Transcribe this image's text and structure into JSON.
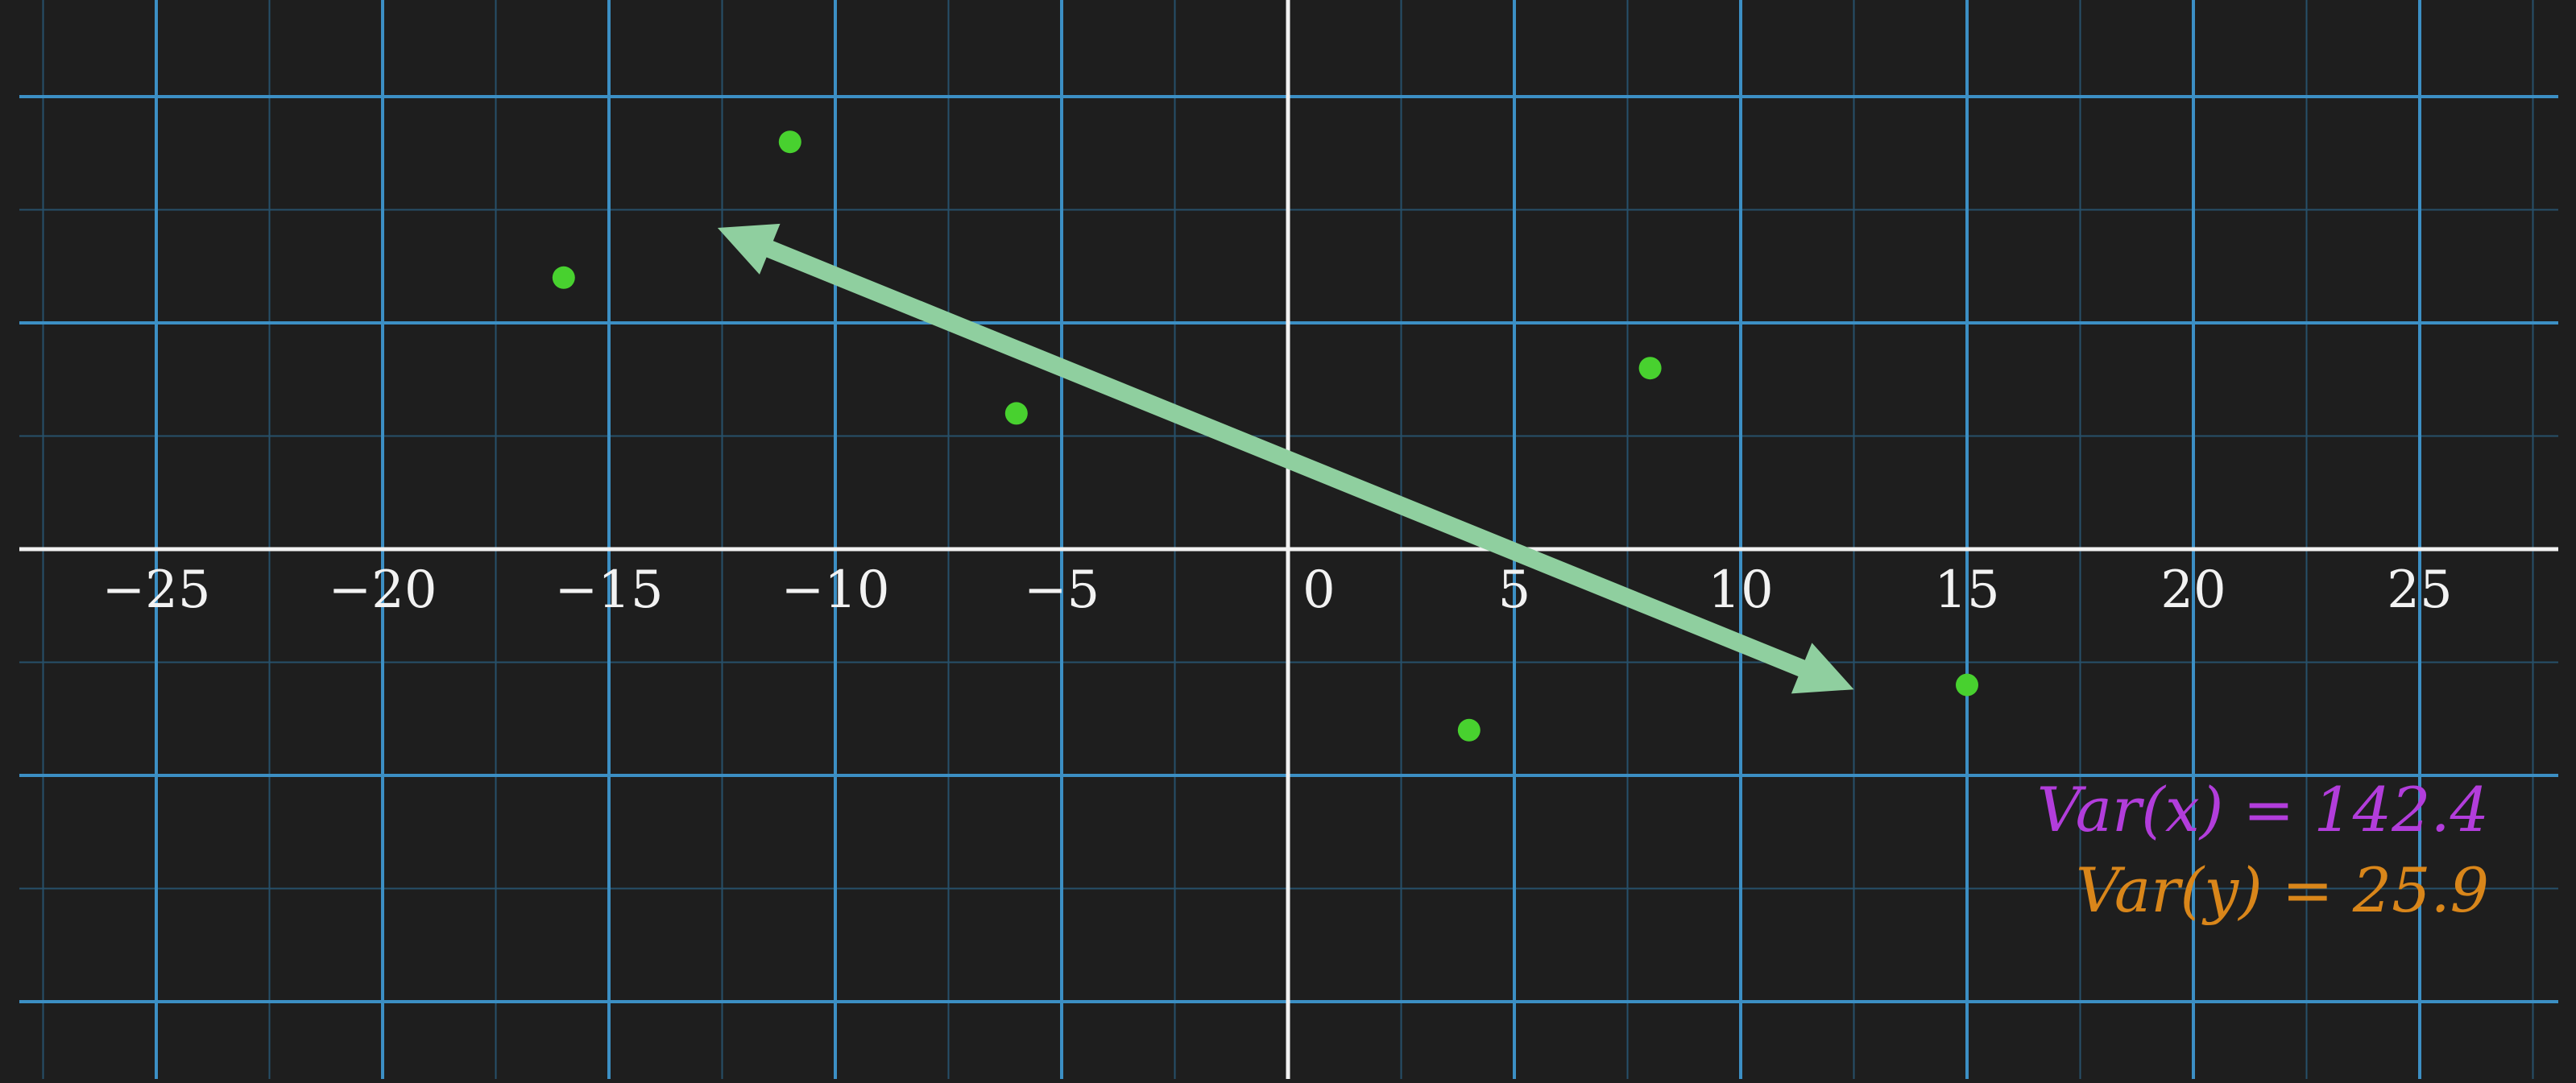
{
  "chart_data": {
    "type": "scatter",
    "x_range": [
      -28,
      28
    ],
    "y_range": [
      -11.8,
      12
    ],
    "grid": true,
    "x_ticks": [
      {
        "value": -25,
        "label": "−25"
      },
      {
        "value": -20,
        "label": "−20"
      },
      {
        "value": -15,
        "label": "−15"
      },
      {
        "value": -10,
        "label": "−10"
      },
      {
        "value": -5,
        "label": "−5"
      },
      {
        "value": 0,
        "label": "0"
      },
      {
        "value": 5,
        "label": "5"
      },
      {
        "value": 10,
        "label": "10"
      },
      {
        "value": 15,
        "label": "15"
      },
      {
        "value": 20,
        "label": "20"
      },
      {
        "value": 25,
        "label": "25"
      }
    ],
    "points": [
      {
        "x": -16,
        "y": 6
      },
      {
        "x": -11,
        "y": 9
      },
      {
        "x": -6,
        "y": 3
      },
      {
        "x": 4,
        "y": -4
      },
      {
        "x": 8,
        "y": 4
      },
      {
        "x": 15,
        "y": -3
      }
    ],
    "arrow": {
      "x1": -12.6,
      "y1": 7.1,
      "x2": 12.5,
      "y2": -3.1
    },
    "annotations": [
      {
        "text": "Var(x) = 142.4",
        "color": "#b23ddb"
      },
      {
        "text": "Var(y) = 25.9",
        "color": "#d9861a"
      }
    ],
    "colors": {
      "background": "#1e1e1e",
      "major_grid": "#3c8fc4",
      "minor_grid": "#27506a",
      "axis": "#f2f2f2",
      "points": "#48d12f",
      "arrow": "#8fcf9f"
    }
  }
}
